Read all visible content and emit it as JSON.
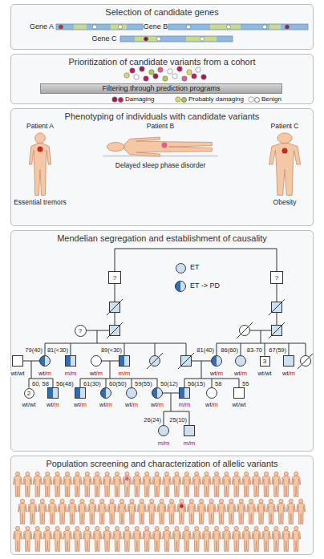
{
  "diagram": {
    "nodes": [
      {
        "text": [
          "Selection of candidate genes"
        ]
      },
      {
        "text": [
          "Prioritization of candidate variants from a cohort"
        ]
      },
      {
        "text": [
          "Filtering through prediction programs"
        ],
        "in": 1
      },
      {
        "text": [
          "Phenotyping of individuals with candidate variants"
        ]
      },
      {
        "text": [
          "Mendelian segregation and establishment of causality"
        ]
      },
      {
        "text": [
          "?"
        ],
        "in": 4
      },
      {
        "text": [
          "?"
        ],
        "in": 4
      },
      {
        "text": [
          "?"
        ],
        "in": 4
      },
      {
        "text": [
          "3"
        ],
        "in": 4
      },
      {
        "text": [
          "2"
        ],
        "in": 4
      },
      {
        "text": [
          "Population screening and characterization of allelic variants"
        ]
      }
    ],
    "edges": [
      {
        "from": 5,
        "to": 6,
        "arrow": "none"
      }
    ],
    "labels": [
      "Gene A",
      "Gene B",
      "Gene C",
      "Patient A",
      "Patient B",
      "Patient C",
      "Essential tremors",
      "Delayed sleep phase disorder",
      "Obesity",
      "79(40)",
      "81(<30)",
      "89(<30)",
      "81(40)",
      "86(60)",
      "83-70",
      "67(59)",
      "wt/wt",
      "wt/m",
      "m/m",
      "wt/m",
      "m/m",
      "wt/m",
      "wt/m",
      "wt/wt",
      "wt/m",
      "60, 58",
      "56(48)",
      "61(30)",
      "60(50)",
      "59(55)",
      "50(12)",
      "56(15)",
      "58",
      "55",
      "wt/wt",
      "wt/m",
      "wt/m",
      "wt/m",
      "wt/m",
      "wt/m",
      "m/m",
      "wt/m",
      "wt/wt",
      "26(24)",
      "25(10)",
      "m/m",
      "m/m"
    ],
    "legend": [
      {
        "text": "Damaging",
        "color": "#c2185b"
      },
      {
        "text": "Probably damaging",
        "color": "#b5c944"
      },
      {
        "text": "Benign",
        "color": "#ffffff"
      },
      {
        "text": "ET",
        "color": "#cde0f2"
      },
      {
        "text": "ET -> PD"
      }
    ]
  }
}
